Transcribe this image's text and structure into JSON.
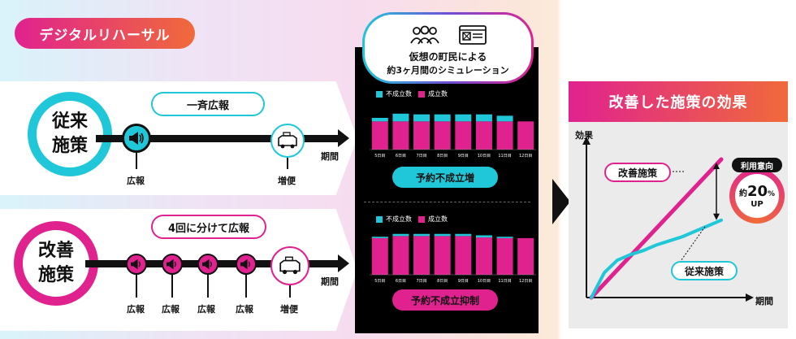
{
  "header": {
    "title": "デジタルリハーサル"
  },
  "traditional": {
    "label_line1": "従来",
    "label_line2": "施策",
    "pill": "一斉広報",
    "axis_label": "期間",
    "events": [
      {
        "label": "広報"
      },
      {
        "label": "増便"
      }
    ]
  },
  "improved": {
    "label_line1": "改善",
    "label_line2": "施策",
    "pill": "4回に分けて広報",
    "axis_label": "期間",
    "events": [
      {
        "label": "広報"
      },
      {
        "label": "広報"
      },
      {
        "label": "広報"
      },
      {
        "label": "広報"
      },
      {
        "label": "増便"
      }
    ]
  },
  "simulation": {
    "line1": "仮想の町民による",
    "line2": "約3ヶ月間のシミュレーション",
    "legend_unmet": "不成立数",
    "legend_met": "成立数",
    "top_result": "予約不成立増",
    "bottom_result": "予約不成立抑制",
    "ticks": [
      "5日目",
      "6日目",
      "7日目",
      "8日目",
      "9日目",
      "10日目",
      "11日目",
      "12日目"
    ]
  },
  "effect": {
    "title": "改善した施策の効果",
    "y_label": "効果",
    "x_label": "期間",
    "improved_label": "改善施策",
    "traditional_label": "従来施策",
    "badge_top": "利用意向",
    "badge_prefix": "約",
    "badge_value": "20",
    "badge_unit": "%",
    "badge_bottom": "UP"
  },
  "colors": {
    "cyan": "#1fc7d9",
    "magenta": "#e0228f",
    "orange": "#f06a3a"
  },
  "chart_data": [
    {
      "type": "bar",
      "categories": [
        "5日目",
        "6日目",
        "7日目",
        "8日目",
        "9日目",
        "10日目",
        "11日目",
        "12日目"
      ],
      "series": [
        {
          "name": "成立数",
          "values": [
            40,
            40,
            40,
            40,
            40,
            40,
            40,
            40
          ]
        },
        {
          "name": "不成立数",
          "values": [
            5,
            11,
            10,
            10,
            10,
            10,
            8,
            0
          ]
        }
      ]
    },
    {
      "type": "bar",
      "categories": [
        "5日目",
        "6日目",
        "7日目",
        "8日目",
        "9日目",
        "10日目",
        "11日目",
        "12日目"
      ],
      "series": [
        {
          "name": "成立数",
          "values": [
            52,
            55,
            55,
            55,
            55,
            53,
            52,
            52
          ]
        },
        {
          "name": "不成立数",
          "values": [
            2,
            3,
            3,
            3,
            3,
            3,
            2,
            0
          ]
        }
      ]
    },
    {
      "type": "line",
      "x": [
        0,
        1,
        2,
        3,
        4,
        5,
        6,
        7,
        8,
        9,
        10
      ],
      "series": [
        {
          "name": "改善施策",
          "values": [
            0,
            10,
            20,
            30,
            40,
            50,
            60,
            70,
            80,
            90,
            100
          ]
        },
        {
          "name": "従来施策",
          "values": [
            0,
            18,
            27,
            31,
            34,
            38,
            41,
            44,
            48,
            52,
            56
          ]
        }
      ]
    }
  ]
}
